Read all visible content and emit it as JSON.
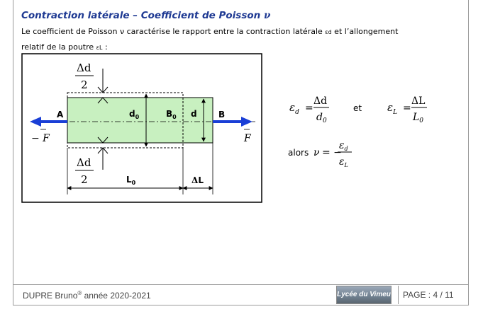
{
  "title": {
    "text": "Contraction latérale – Coefficient de Poisson",
    "symbol": "ν"
  },
  "paragraph": {
    "line1_a": "Le coefficient de Poisson ",
    "nu": "ν",
    "line1_b": " caractérise le rapport entre la contraction latérale ",
    "eps_d": "εd",
    "line1_c": " et l’allongement",
    "line2_a": "relatif de la poutre ",
    "eps_L": "εL",
    "line2_b": " :"
  },
  "diagram": {
    "label_A": "A",
    "label_B_end": "B",
    "label_d0": "d",
    "sub_0": "0",
    "label_B0": "B",
    "label_d": "d",
    "label_L0": "L",
    "delta": "Δ",
    "delta_d": "Δd",
    "half": "2",
    "L_letter": "L",
    "minus_F": "− F",
    "F": "F",
    "arrow_color": "#1a3fd6",
    "beam_color": "#c8f0c0"
  },
  "formulas": {
    "eps": "ε",
    "sub_d": "d",
    "sub_L": "L",
    "equals": "=",
    "delta_d": "Δd",
    "d0": "d",
    "zero": "0",
    "et": "et",
    "delta_L": "ΔL",
    "L0": "L",
    "alors": "alors",
    "nu": "ν",
    "minus": "= −"
  },
  "footer": {
    "author": "DUPRE Bruno",
    "registered": "®",
    "year": " année 2020-2021",
    "logo_text": "Lycée du Vimeu",
    "page": "PAGE : 4 / 11"
  }
}
